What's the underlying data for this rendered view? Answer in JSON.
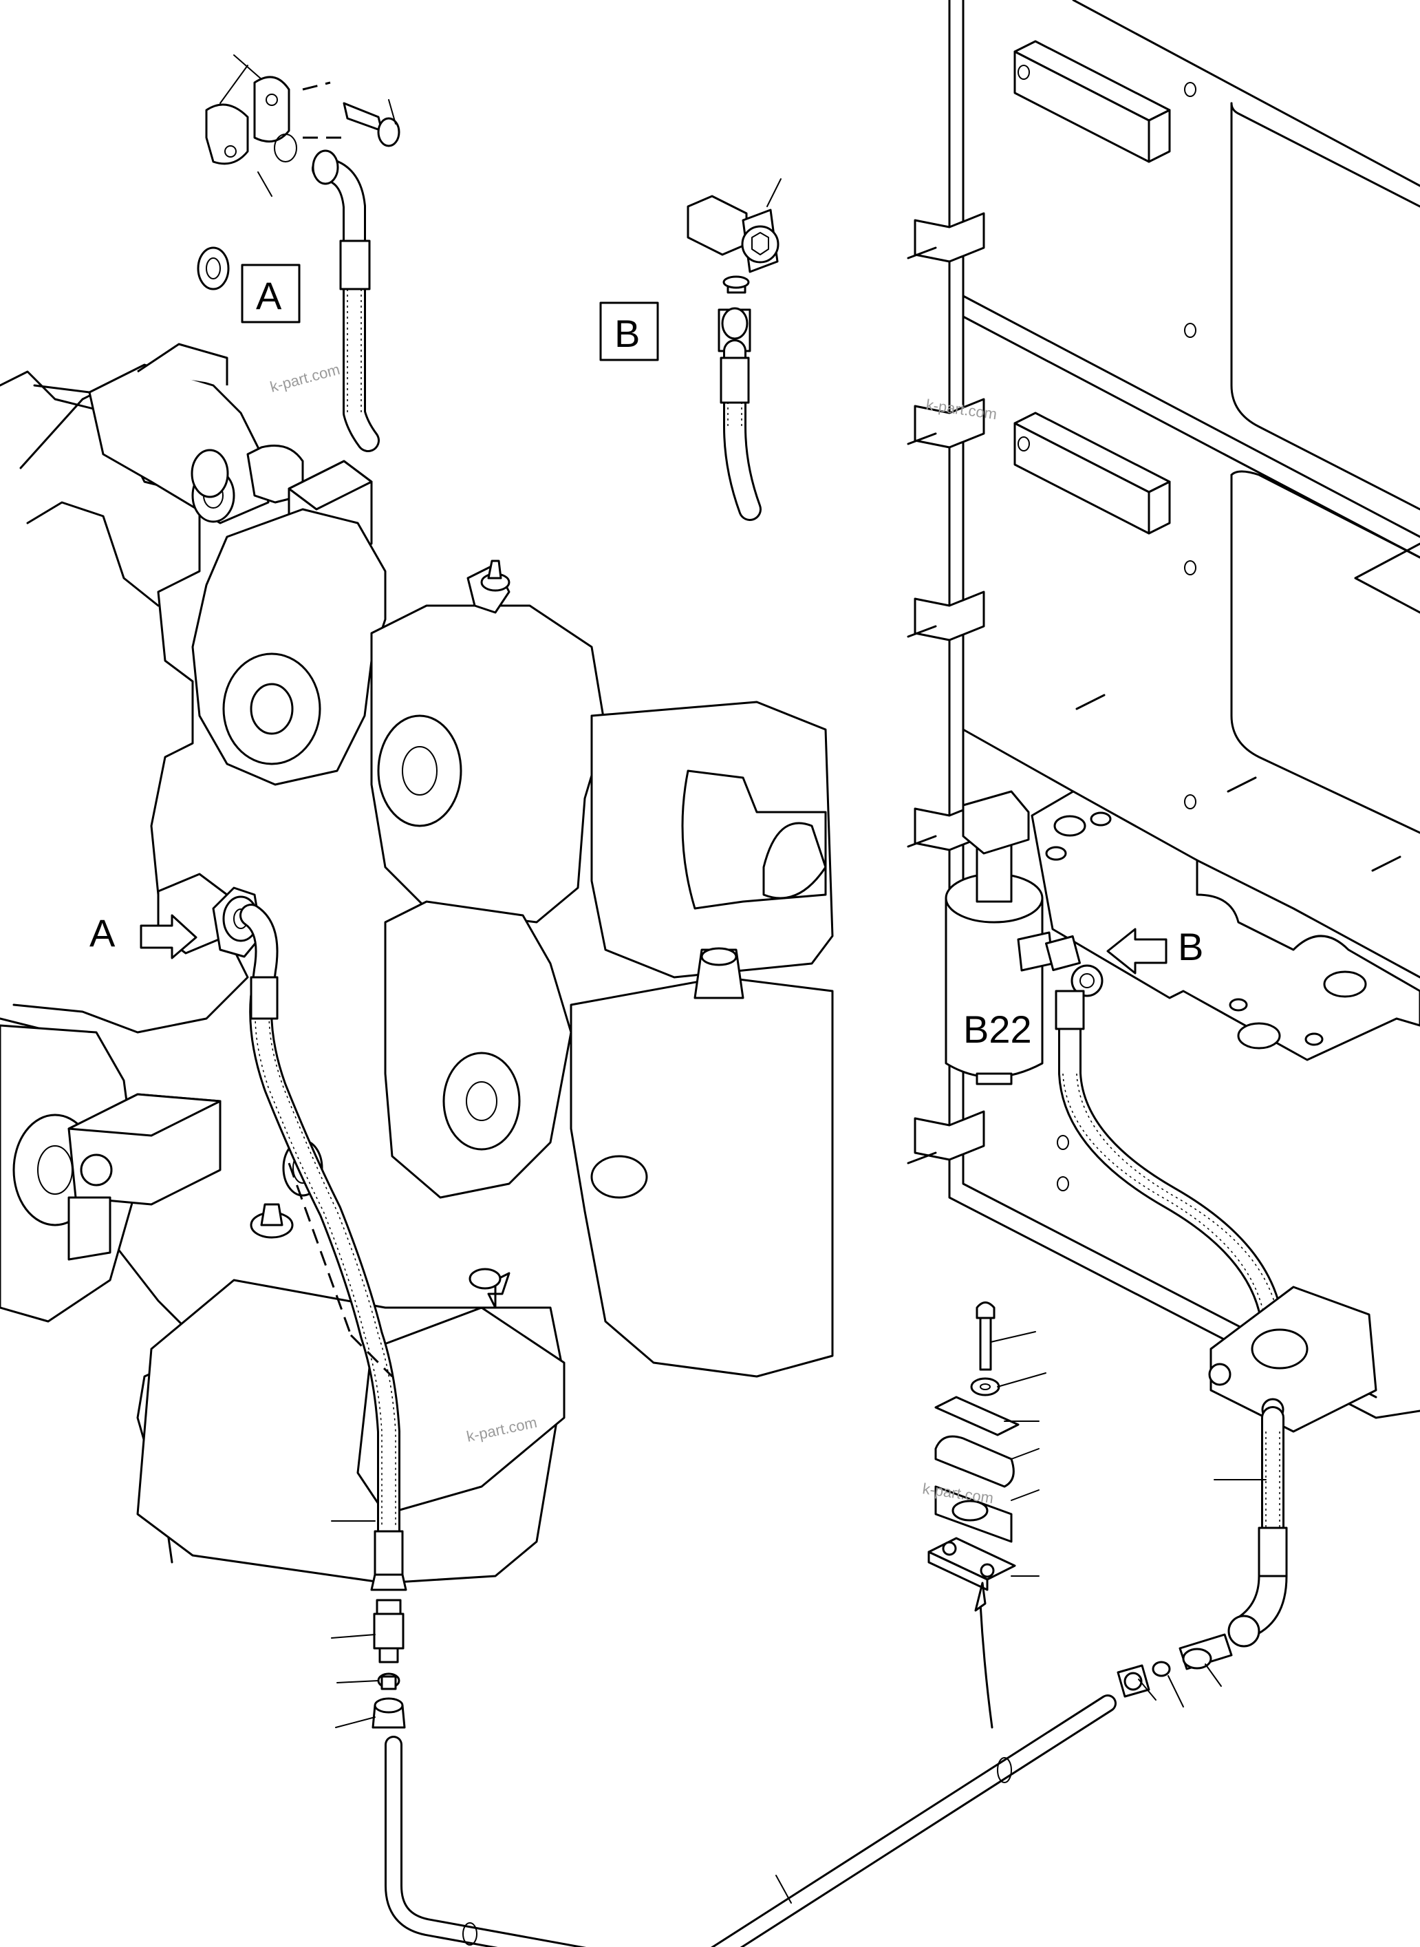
{
  "labels": {
    "view_a_box": "A",
    "view_b_box": "B",
    "arrow_a": "A",
    "arrow_b": "B",
    "component": "B22"
  },
  "watermark": "k-part.com",
  "icons": [
    "arrow-right-icon",
    "arrow-left-icon",
    "hose-fitting-icon",
    "clamp-icon"
  ]
}
